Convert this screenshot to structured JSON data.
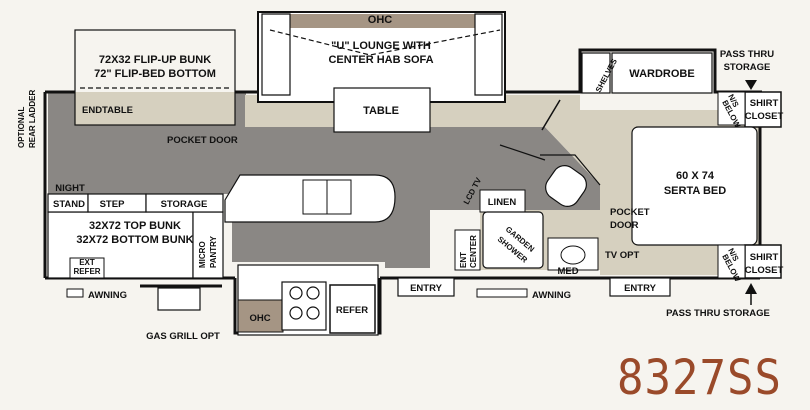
{
  "model_number": "8327SS",
  "labels": {
    "flip_bunk_1": "72X32 FLIP-UP BUNK",
    "flip_bunk_2": "72\" FLIP-BED BOTTOM",
    "ohc_top": "OHC",
    "lounge_1": "\"U\" LOUNGE WITH",
    "lounge_2": "CENTER HAB SOFA",
    "shelves": "SHELVES",
    "wardrobe": "WARDROBE",
    "pass_thru_storage_top_1": "PASS THRU",
    "pass_thru_storage_top_2": "STORAGE",
    "rear_ladder_1": "OPTIONAL",
    "rear_ladder_2": "REAR LADDER",
    "endtable": "ENDTABLE",
    "table": "TABLE",
    "pocket_door_left": "POCKET DOOR",
    "n_s_below_top_1": "N/S",
    "n_s_below_top_2": "BELOW",
    "shirt_closet_top_1": "SHIRT",
    "shirt_closet_top_2": "CLOSET",
    "bed_1": "60 X 74",
    "bed_2": "SERTA BED",
    "night_stand_1": "NIGHT",
    "night_stand_2": "STAND",
    "step": "STEP",
    "storage": "STORAGE",
    "lcd_tv": "LCD TV",
    "linen": "LINEN",
    "pocket_door_right_1": "POCKET",
    "pocket_door_right_2": "DOOR",
    "bunk_1": "32X72 TOP BUNK",
    "bunk_2": "32X72 BOTTOM BUNK",
    "micro_pantry_1": "MICRO",
    "micro_pantry_2": "PANTRY",
    "ent_center_1": "ENT",
    "ent_center_2": "CENTER",
    "garden_shower_1": "GARDEN",
    "garden_shower_2": "SHOWER",
    "ext_refer_1": "EXT",
    "ext_refer_2": "REFER",
    "med": "MED",
    "tv_opt": "TV OPT",
    "n_s_below_bottom_1": "N/S",
    "n_s_below_bottom_2": "BELOW",
    "shirt_closet_bottom_1": "SHIRT",
    "shirt_closet_bottom_2": "CLOSET",
    "entry_left": "ENTRY",
    "entry_right": "ENTRY",
    "awning_left": "AWNING",
    "awning_right": "AWNING",
    "ohc_bottom": "OHC",
    "refer": "REFER",
    "gas_grill": "GAS GRILL OPT",
    "pass_thru_storage_bottom": "PASS THRU STORAGE"
  },
  "colors": {
    "floor": "#8a8784",
    "bedroom_floor": "#d6d0bf",
    "counter": "#cbc4b2",
    "lounge_back": "#a59584",
    "model": "#9a4a2a"
  }
}
